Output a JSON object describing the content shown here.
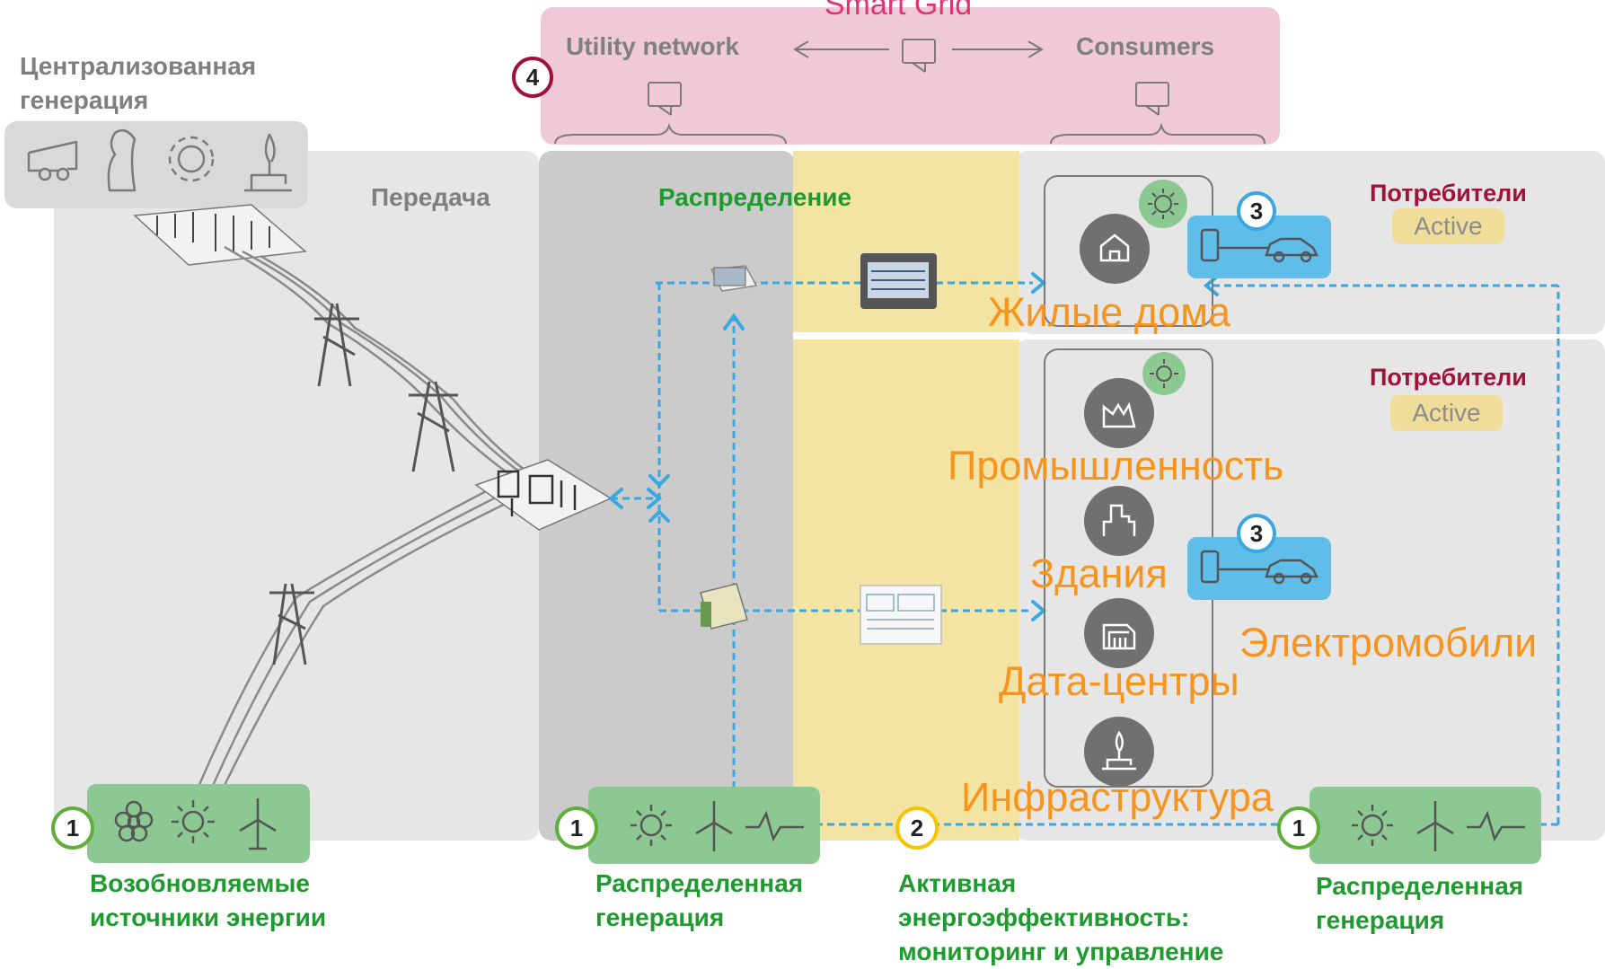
{
  "smart_grid": {
    "title": "Smart Grid",
    "utility_network": "Utility network",
    "consumers": "Consumers"
  },
  "centralized": {
    "title": "Централизованная генерация"
  },
  "transmission": {
    "title": "Передача"
  },
  "distribution": {
    "title": "Распределение"
  },
  "consumers_zone": {
    "residential": {
      "title": "Потребители",
      "badge": "Active",
      "label": "Жилые дома"
    },
    "commercial": {
      "title": "Потребители",
      "badge": "Active"
    },
    "industry": "Промышленность",
    "buildings": "Здания",
    "data_centers": "Дата-центры",
    "infrastructure": "Инфраструктура",
    "ev": "Электромобили"
  },
  "markers": {
    "one": "1",
    "two": "2",
    "three": "3",
    "four": "4"
  },
  "captions": {
    "renewables": "Возобновляемые источники энергии",
    "distributed_left": "Распределенная генерация",
    "active_ee": "Активная энергоэффективность: мониторинг и управление",
    "distributed_right": "Распределенная генерация"
  },
  "colors": {
    "smart_grid_bg": "#efc9d8",
    "gray_panel": "#e6e6e6",
    "dark_panel": "#cccccc",
    "yellow_band": "#f5e6a6",
    "green_box": "#8cc892",
    "blue_box": "#5fbde9",
    "orange_text": "#f7941d",
    "green_text": "#1e9a2e",
    "maroon_text": "#a0123a",
    "pink_text": "#e0336f",
    "dashed_link": "#3aa7e0"
  }
}
